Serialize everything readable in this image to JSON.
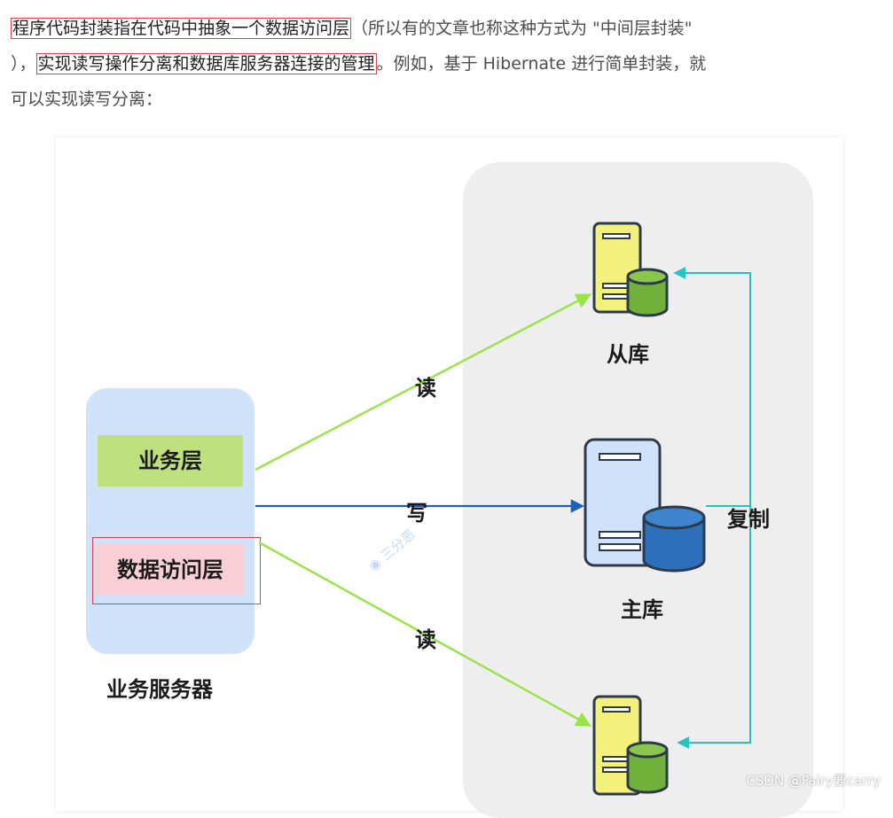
{
  "paragraph": {
    "highlight1": "程序代码封装指在代码中抽象一个数据访问层",
    "text1": "（所以有的文章也称这种方式为 \"中间层封装\"",
    "text2": "），",
    "highlight2": "实现读写操作分离和数据库服务器连接的管理",
    "text3": "。例如，基于 Hibernate 进行简单封装，就",
    "text4": "可以实现读写分离："
  },
  "diagram": {
    "business_layer": "业务层",
    "data_access_layer": "数据访问层",
    "server_caption": "业务服务器",
    "slave_caption": "从库",
    "master_caption": "主库",
    "read_label_top": "读",
    "write_label": "写",
    "read_label_bottom": "读",
    "replicate_label": "复制",
    "watermark": "三分恶"
  },
  "colors": {
    "read_arrow": "#9be34a",
    "write_arrow": "#1f5fb8",
    "replicate_arrow": "#26c3c3",
    "highlight_border": "#d9434b"
  },
  "icons": {
    "slave_db": "server-with-green-database-icon",
    "master_db": "server-with-blue-database-icon"
  },
  "footer": {
    "credit": "CSDN @Fairy要carry"
  }
}
